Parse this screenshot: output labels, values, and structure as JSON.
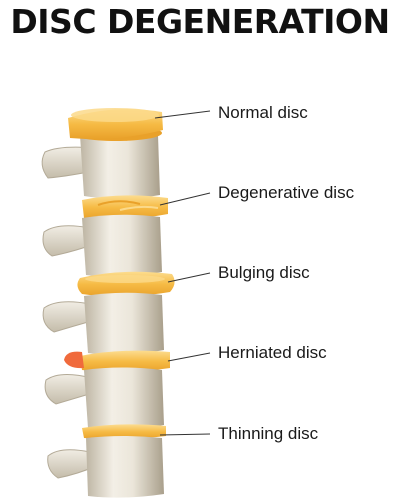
{
  "title": "DISC DEGENERATION",
  "labels": {
    "normal": "Normal disc",
    "degenerative": "Degenerative disc",
    "bulging": "Bulging disc",
    "herniated": "Herniated disc",
    "thinning": "Thinning disc"
  },
  "colors": {
    "disc": "#f5b941",
    "disc_highlight": "#fbd98a",
    "herniation": "#f06a3c",
    "bone": "#e9e4d8",
    "bone_shadow": "#b9b1a0",
    "leader_line": "#333333"
  }
}
